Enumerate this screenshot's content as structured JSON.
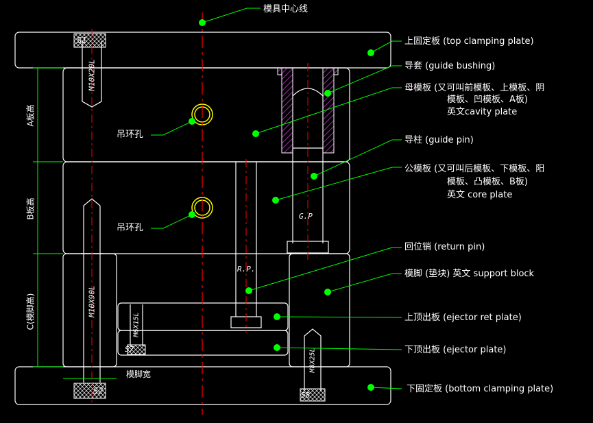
{
  "colors": {
    "background": "#000000",
    "outline": "#ffffff",
    "centerline": "#ff0000",
    "leader": "#00ff00",
    "bushing": "#9b2fa0",
    "ring": "#ffff00"
  },
  "labels": {
    "center": "模具中心线",
    "top_plate": "上固定板 (top clamping plate)",
    "guide_bushing": "导套 (guide bushing)",
    "cavity_1": "母模板 (又可叫前模板、上模板、阴",
    "cavity_2": "模板、凹模板、A板)",
    "cavity_3": "英文cavity plate",
    "guide_pin": "导柱 (guide pin)",
    "core_1": "公模板 (又可叫后模板、下模板、阳",
    "core_2": "模板、凸模板、B板)",
    "core_3": "英文 core plate",
    "return_pin": "回位销 (return pin)",
    "support": "模脚 (垫块) 英文 support block",
    "ejector_ret": "上顶出板 (ejector ret plate)",
    "ejector": "下顶出板 (ejector plate)",
    "bottom_plate": "下固定板 (bottom clamping plate)",
    "eye_1": "吊环孔",
    "eye_2": "吊环孔",
    "dim_a": "A板高",
    "dim_b": "B板高",
    "dim_c": "C(模脚高)",
    "foot_width": "模脚宽"
  },
  "marks": {
    "s1": "S1",
    "s2": "S2",
    "s7": "S7",
    "s8": "S8",
    "gp": "G.P",
    "rp": "R.P.",
    "bolt_1": "M10X20L",
    "bolt_2": "M10X90L",
    "bolt_3": "M6X15L",
    "bolt_4": "M8X25L"
  }
}
